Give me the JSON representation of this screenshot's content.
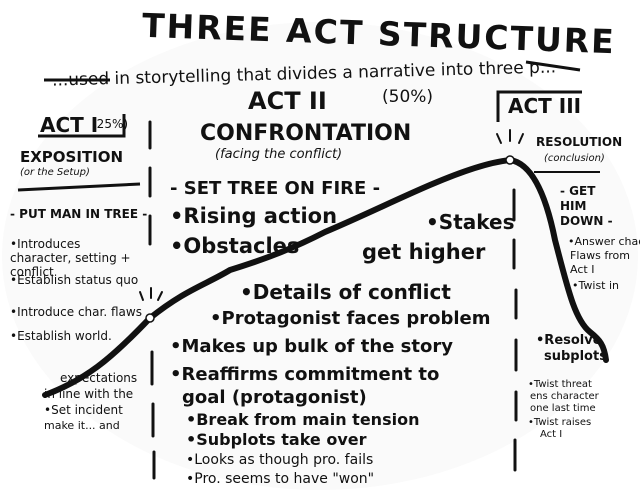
{
  "title": "THREE ACT STRUCTURE",
  "subtitle": "...used in storytelling that divides a narrative into three p...",
  "act1": {
    "heading": "ACT I",
    "percent": "(25%)",
    "stage": "EXPOSITION",
    "stage_note": "(or the Setup)",
    "example": "- PUT MAN IN TREE -",
    "points": [
      "•Introduces character, setting + conflict",
      "•Establish status quo",
      "•Introduce char. flaws",
      "•Establish world."
    ],
    "lower_points": [
      "expectations",
      "in line with the",
      "•Set incident",
      "make it...  and"
    ]
  },
  "act2": {
    "heading": "ACT II",
    "percent": "(50%)",
    "stage": "CONFRONTATION",
    "stage_note": "(facing the conflict)",
    "example": "- SET TREE ON FIRE -",
    "rising": "•Rising action",
    "obstacles": "•Obstacles",
    "stakes": "•Stakes",
    "stakes2": "get higher",
    "details": "•Details of conflict",
    "faces": "•Protagonist faces problem",
    "bulk": "•Makes up bulk of the story",
    "reaffirms1": "•Reaffirms commitment to",
    "reaffirms2": "goal (protagonist)",
    "break": "•Break from main tension",
    "subplots": "•Subplots take over",
    "fails": "•Looks as though pro. fails",
    "won": "•Pro. seems to have \"won\""
  },
  "act3": {
    "heading": "ACT III",
    "stage": "RESOLUTION",
    "stage_note": "(conclusion)",
    "example": "- GET HIM DOWN -",
    "points": [
      "•Answer chac",
      "Flaws from",
      "Act I",
      "•Twist in"
    ],
    "resolve1": "•Resolve",
    "resolve2": "subplots",
    "twist": [
      "•Twist threat",
      "ens character",
      "one last time",
      "•Twist raises",
      "Act I"
    ]
  }
}
